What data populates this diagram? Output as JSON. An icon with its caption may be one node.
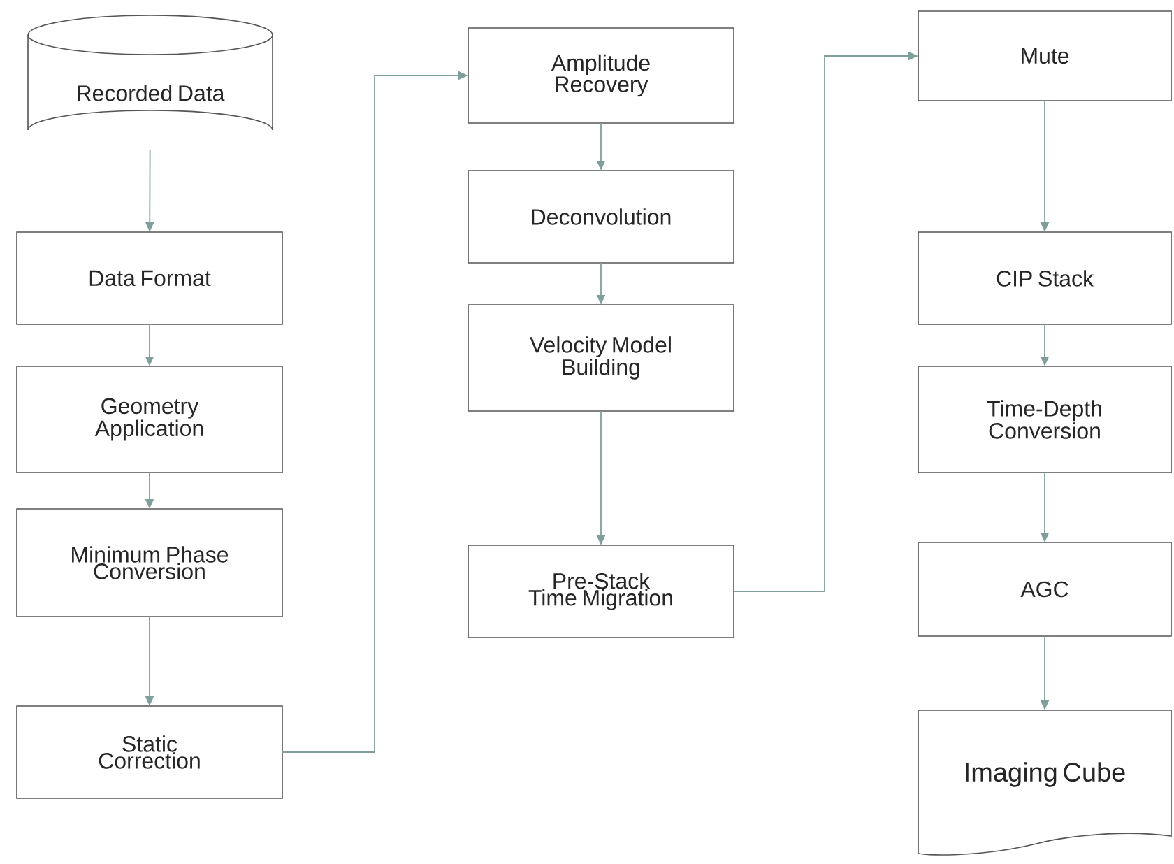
{
  "diagram": {
    "nodes": [
      {
        "text": [
          "Recorded Data"
        ]
      },
      {
        "text": [
          "Data Format"
        ]
      },
      {
        "text": [
          "Geometry Application"
        ]
      },
      {
        "text": [
          "Minimum Phase Conversion"
        ]
      },
      {
        "text": [
          "Static Correction"
        ]
      },
      {
        "text": [
          "Amplitude Recovery"
        ]
      },
      {
        "text": [
          "Deconvolution"
        ]
      },
      {
        "text": [
          "Velocity Model Building"
        ]
      },
      {
        "text": [
          "Pre-Stack Time Migration"
        ]
      },
      {
        "text": [
          "Mute"
        ]
      },
      {
        "text": [
          "CIP Stack"
        ]
      },
      {
        "text": [
          "Time-Depth Conversion"
        ]
      },
      {
        "text": [
          "AGC"
        ]
      },
      {
        "text": [
          "Imaging Cube"
        ]
      }
    ],
    "edges": [
      {
        "from": 0,
        "to": 1,
        "arrow": "to"
      },
      {
        "from": 1,
        "to": 2,
        "arrow": "to"
      },
      {
        "from": 2,
        "to": 3,
        "arrow": "to"
      },
      {
        "from": 3,
        "to": 4,
        "arrow": "to"
      },
      {
        "from": 4,
        "to": 5,
        "arrow": "to"
      },
      {
        "from": 5,
        "to": 6,
        "arrow": "to"
      },
      {
        "from": 6,
        "to": 7,
        "arrow": "to"
      },
      {
        "from": 7,
        "to": 8,
        "arrow": "to"
      },
      {
        "from": 8,
        "to": 9,
        "arrow": "to"
      },
      {
        "from": 9,
        "to": 10,
        "arrow": "to"
      },
      {
        "from": 10,
        "to": 11,
        "arrow": "to"
      },
      {
        "from": 11,
        "to": 12,
        "arrow": "to"
      },
      {
        "from": 12,
        "to": 13,
        "arrow": "to"
      }
    ]
  }
}
